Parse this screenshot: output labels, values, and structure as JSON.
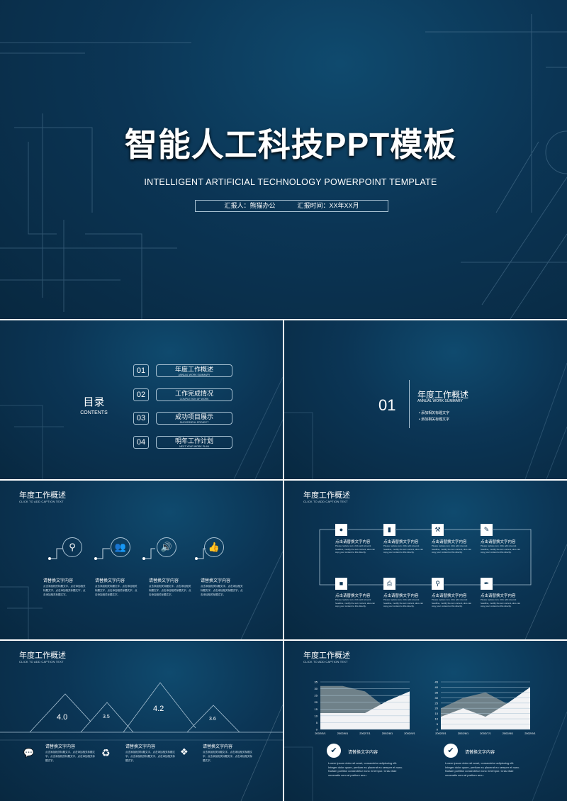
{
  "cover": {
    "title": "智能人工科技PPT模板",
    "subtitle": "INTELLIGENT ARTIFICIAL TECHNOLOGY POWERPOINT TEMPLATE",
    "reporter": "汇报人：熊猫办公",
    "report_time": "汇报时间：XX年XX月"
  },
  "contents": {
    "title": "目录",
    "subtitle": "CONTENTS",
    "items": [
      {
        "num": "01",
        "label": "年度工作概述",
        "en": "ANNUAL WORK SUMMARY"
      },
      {
        "num": "02",
        "label": "工作完成情况",
        "en": "COMPLETION OF WORK"
      },
      {
        "num": "03",
        "label": "成功项目展示",
        "en": "SUCCESSFUL PROJECT"
      },
      {
        "num": "04",
        "label": "明年工作计划",
        "en": "NEXT YEAR WORK PLAN"
      }
    ]
  },
  "section": {
    "num": "01",
    "title": "年度工作概述",
    "en": "ANNUAL WORK SUMMARY",
    "bullets": [
      "添加相关标题文字",
      "添加相关标题文字"
    ]
  },
  "slide_header": {
    "title": "年度工作概述",
    "caption": "CLICK TO ADD CAPTION TEXT"
  },
  "icons_slide": {
    "items": [
      {
        "icon": "search-icon",
        "title": "请替换文字内容",
        "body": "点击添加相关标题文字，点击添加相关标题文字，点击添加相关标题文字，点击添加相关标题文字。"
      },
      {
        "icon": "users-icon",
        "title": "请替换文字内容",
        "body": "点击添加相关标题文字，点击添加相关标题文字，点击添加相关标题文字，点击添加相关标题文字。"
      },
      {
        "icon": "speaker-icon",
        "title": "请替换文字内容",
        "body": "点击添加相关标题文字，点击添加相关标题文字，点击添加相关标题文字，点击添加相关标题文字。"
      },
      {
        "icon": "thumbs-up-icon",
        "title": "请替换文字内容",
        "body": "点击添加相关标题文字，点击添加相关标题文字，点击添加相关标题文字，点击添加相关标题文字。"
      }
    ]
  },
  "process_slide": {
    "items": [
      {
        "icon": "user-icon",
        "title": "点击请替换文字内容",
        "body": "Please replace text, click add relevant headline, modify the text content, also can copy your content to this directly."
      },
      {
        "icon": "clipboard-icon",
        "title": "点击请替换文字内容",
        "body": "Please replace text, click add relevant headline, modify the text content, also can copy your content to this directly."
      },
      {
        "icon": "wrench-icon",
        "title": "点击请替换文字内容",
        "body": "Please replace text, click add relevant headline, modify the text content, also can copy your content to this directly."
      },
      {
        "icon": "pencil-icon",
        "title": "点击请替换文字内容",
        "body": "Please replace text, click add relevant headline, modify the text content, also can copy your content to this directly."
      },
      {
        "icon": "briefcase-icon",
        "title": "点击请替换文字内容",
        "body": "Please replace text, click add relevant headline, modify the text content, also can copy your content to this directly."
      },
      {
        "icon": "printer-icon",
        "title": "点击请替换文字内容",
        "body": "Please replace text, click add relevant headline, modify the text content, also can copy your content to this directly."
      },
      {
        "icon": "search-icon",
        "title": "点击请替换文字内容",
        "body": "Please replace text, click add relevant headline, modify the text content, also can copy your content to this directly."
      },
      {
        "icon": "pen-icon",
        "title": "点击请替换文字内容",
        "body": "Please replace text, click add relevant headline, modify the text content, also can copy your content to this directly."
      }
    ]
  },
  "triangles_slide": {
    "values": [
      "4.0",
      "3.5",
      "4.2",
      "3.6"
    ],
    "items": [
      {
        "icon": "chat-icon",
        "title": "请替换文字内容",
        "body": "点击添加相关标题文字，点击添加相关标题文字，点击添加相关标题文字，点击添加相关标题文字。"
      },
      {
        "icon": "recycle-icon",
        "title": "请替换文字内容",
        "body": "点击添加相关标题文字，点击添加相关标题文字，点击添加相关标题文字，点击添加相关标题文字。"
      },
      {
        "icon": "dropbox-icon",
        "title": "请替换文字内容",
        "body": "点击添加相关标题文字，点击添加相关标题文字，点击添加相关标题文字，点击添加相关标题文字。"
      }
    ]
  },
  "charts_slide": {
    "items": [
      {
        "title": "请替换文字内容",
        "body": "Lorem ipsum dolor sit amet, consectetur adipiscing elit. Integer dolor quam, pretium eu placerat eu semper et nunc. Nullam porttitor consectetur nunc in tempor. Cras vitae venenatis sem at pretium arcu."
      },
      {
        "title": "请替换文字内容",
        "body": "Lorem ipsum dolor sit amet, consectetur adipiscing elit. Integer dolor quam, pretium eu placerat eu semper et nunc. Nullam porttitor consectetur nunc in tempor. Cras vitae venenatis sem at pretium arcu."
      }
    ]
  },
  "chart_data": [
    {
      "type": "area",
      "categories": [
        "2002/5/1",
        "2002/6/1",
        "2002/7/1",
        "2002/8/1",
        "2002/9/1"
      ],
      "series": [
        {
          "name": "series-back",
          "values": [
            32,
            32,
            28,
            15,
            15
          ]
        },
        {
          "name": "series-front",
          "values": [
            12,
            12,
            12,
            21,
            28
          ]
        }
      ],
      "yticks": [
        0,
        5,
        10,
        15,
        20,
        25,
        30,
        35
      ],
      "ylim": [
        0,
        35
      ],
      "colors": [
        "#6f8189",
        "#f2f3f5"
      ]
    },
    {
      "type": "area",
      "categories": [
        "2002/5/1",
        "2002/6/1",
        "2002/7/1",
        "2002/8/1",
        "2002/9/1"
      ],
      "series": [
        {
          "name": "series-back",
          "values": [
            20,
            30,
            35,
            24,
            28
          ]
        },
        {
          "name": "series-front",
          "values": [
            12,
            20,
            12,
            25,
            40
          ]
        }
      ],
      "yticks": [
        0,
        5,
        10,
        15,
        20,
        25,
        30,
        35,
        40,
        45
      ],
      "ylim": [
        0,
        45
      ],
      "colors": [
        "#6f8189",
        "#f2f3f5"
      ]
    }
  ]
}
